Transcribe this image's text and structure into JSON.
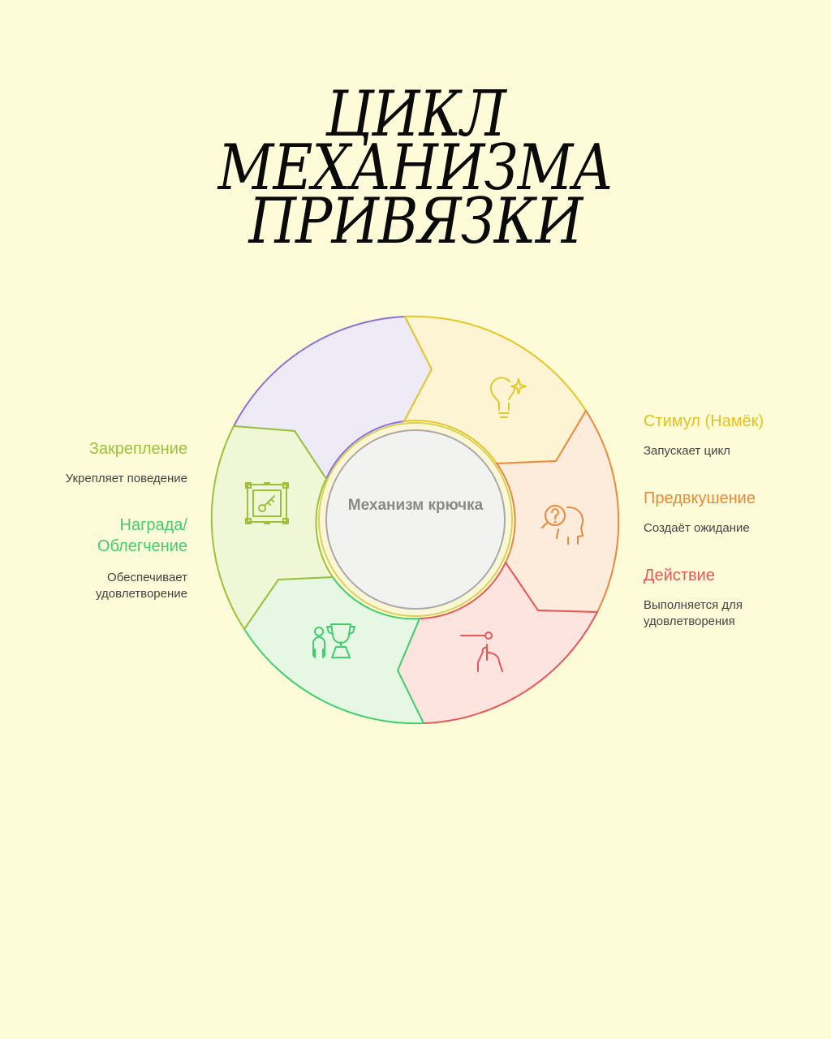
{
  "title": {
    "line1": "ЦИКЛ",
    "line2": "МЕХАНИЗМА",
    "line3": "ПРИВЯЗКИ"
  },
  "center_label": "Механизм крючка",
  "colors": {
    "background": "#fefbd8",
    "stimulus": "#e6c628",
    "anticipation": "#ea8a3a",
    "action": "#e85757",
    "reward": "#3fcf6e",
    "reinforcement": "#9bc23a",
    "top_left": "#8b6fe0"
  },
  "segments": [
    {
      "id": "stimulus",
      "icon": "lightbulb-sparkle-icon",
      "heading": "Стимул (Намёк)",
      "description": "Запускает цикл"
    },
    {
      "id": "anticipation",
      "icon": "head-question-icon",
      "heading": "Предвкушение",
      "description": "Создаёт ожидание"
    },
    {
      "id": "action",
      "icon": "hand-pointer-icon",
      "heading": "Действие",
      "description_line1": "Выполняется для",
      "description_line2": "удовлетворения"
    },
    {
      "id": "reward",
      "icon": "person-trophy-icon",
      "heading_line1": "Награда/",
      "heading_line2": "Облегчение",
      "description_line1": "Обеспечивает",
      "description_line2": "удовлетворение"
    },
    {
      "id": "reinforcement",
      "icon": "frame-key-icon",
      "heading": "Закрепление",
      "description": "Укрепляет поведение"
    }
  ]
}
